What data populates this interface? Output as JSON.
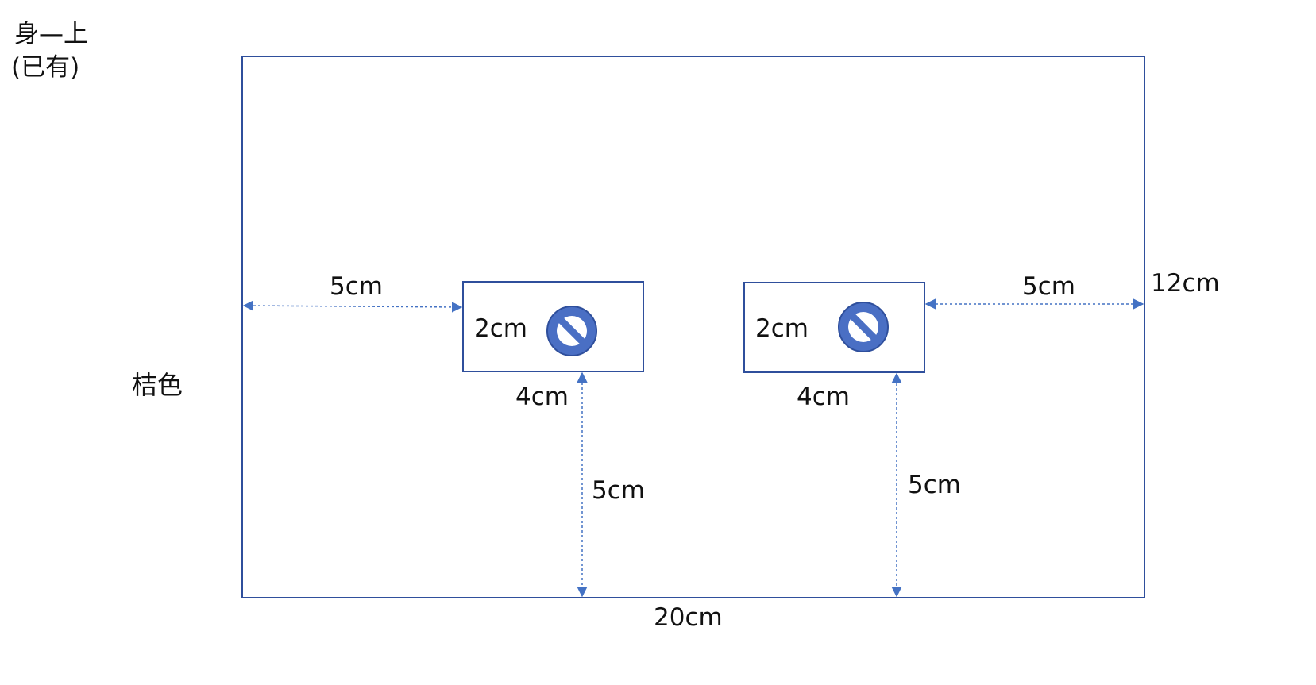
{
  "header": {
    "title_line1": "身—上",
    "title_line2": "(已有)"
  },
  "side_label": "桔色",
  "labels": {
    "outer_width": "20cm",
    "outer_height": "12cm",
    "left_gap": "5cm",
    "right_gap": "5cm",
    "left_box_height": "2cm",
    "left_box_width": "4cm",
    "right_box_height": "2cm",
    "right_box_width": "4cm",
    "left_bottom_gap": "5cm",
    "right_bottom_gap": "5cm"
  },
  "icons": {
    "left_box_icon": "prohibited-icon",
    "right_box_icon": "prohibited-icon"
  },
  "colors": {
    "line": "#2f4f9c",
    "dim_line": "#4472c4",
    "icon_fill": "#4a6fc4",
    "icon_stroke": "#2f4f9c"
  }
}
